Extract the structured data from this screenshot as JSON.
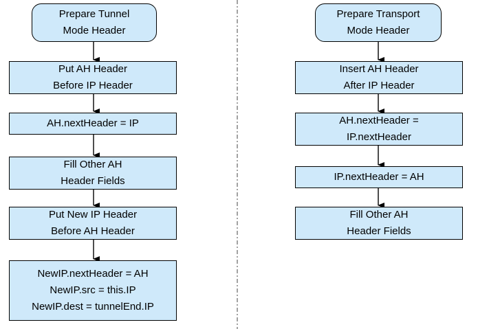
{
  "diagram": {
    "left_column": {
      "start": "Prepare Tunnel\nMode Header",
      "steps": [
        "Put AH Header\nBefore IP Header",
        "AH.nextHeader = IP",
        "Fill Other AH\nHeader Fields",
        "Put New IP Header\nBefore AH Header",
        "NewIP.nextHeader = AH\nNewIP.src = this.IP\nNewIP.dest = tunnelEnd.IP"
      ]
    },
    "right_column": {
      "start": "Prepare Transport\nMode Header",
      "steps": [
        "Insert AH Header\nAfter IP Header",
        "AH.nextHeader =\nIP.nextHeader",
        "IP.nextHeader = AH",
        "Fill Other AH\nHeader Fields"
      ]
    },
    "colors": {
      "node_fill": "#cfe9fa",
      "node_border": "#000000",
      "arrow": "#000000",
      "divider": "#7a7a7a"
    }
  }
}
